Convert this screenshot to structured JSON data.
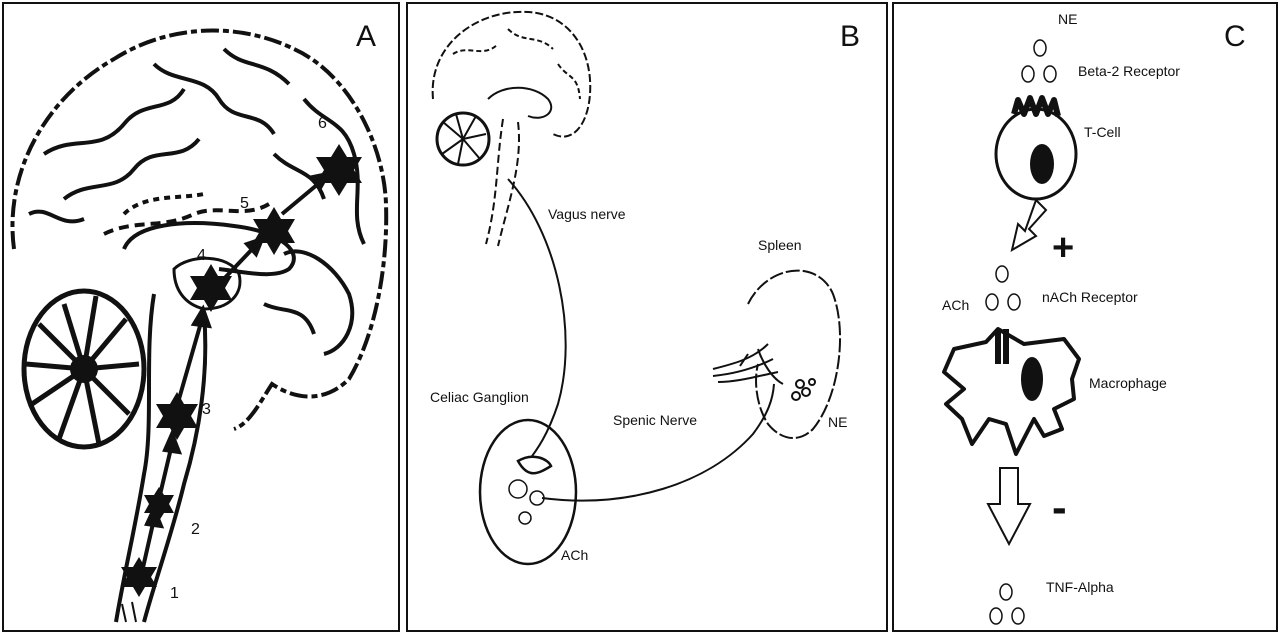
{
  "panels": {
    "a": {
      "letter": "A",
      "stage_labels": [
        "1",
        "2",
        "3",
        "4",
        "5",
        "6"
      ]
    },
    "b": {
      "letter": "B",
      "vagus_nerve": "Vagus nerve",
      "spleen": "Spleen",
      "celiac_ganglion": "Celiac Ganglion",
      "splenic_nerve": "Spenic Nerve",
      "ne": "NE",
      "ach": "ACh"
    },
    "c": {
      "letter": "C",
      "ne": "NE",
      "beta2_receptor": "Beta-2 Receptor",
      "t_cell": "T-Cell",
      "plus": "+",
      "ach": "ACh",
      "nach_receptor": "nACh Receptor",
      "macrophage": "Macrophage",
      "minus": "-",
      "tnf_alpha": "TNF-Alpha"
    }
  },
  "colors": {
    "ink": "#111111",
    "paper": "#ffffff"
  }
}
